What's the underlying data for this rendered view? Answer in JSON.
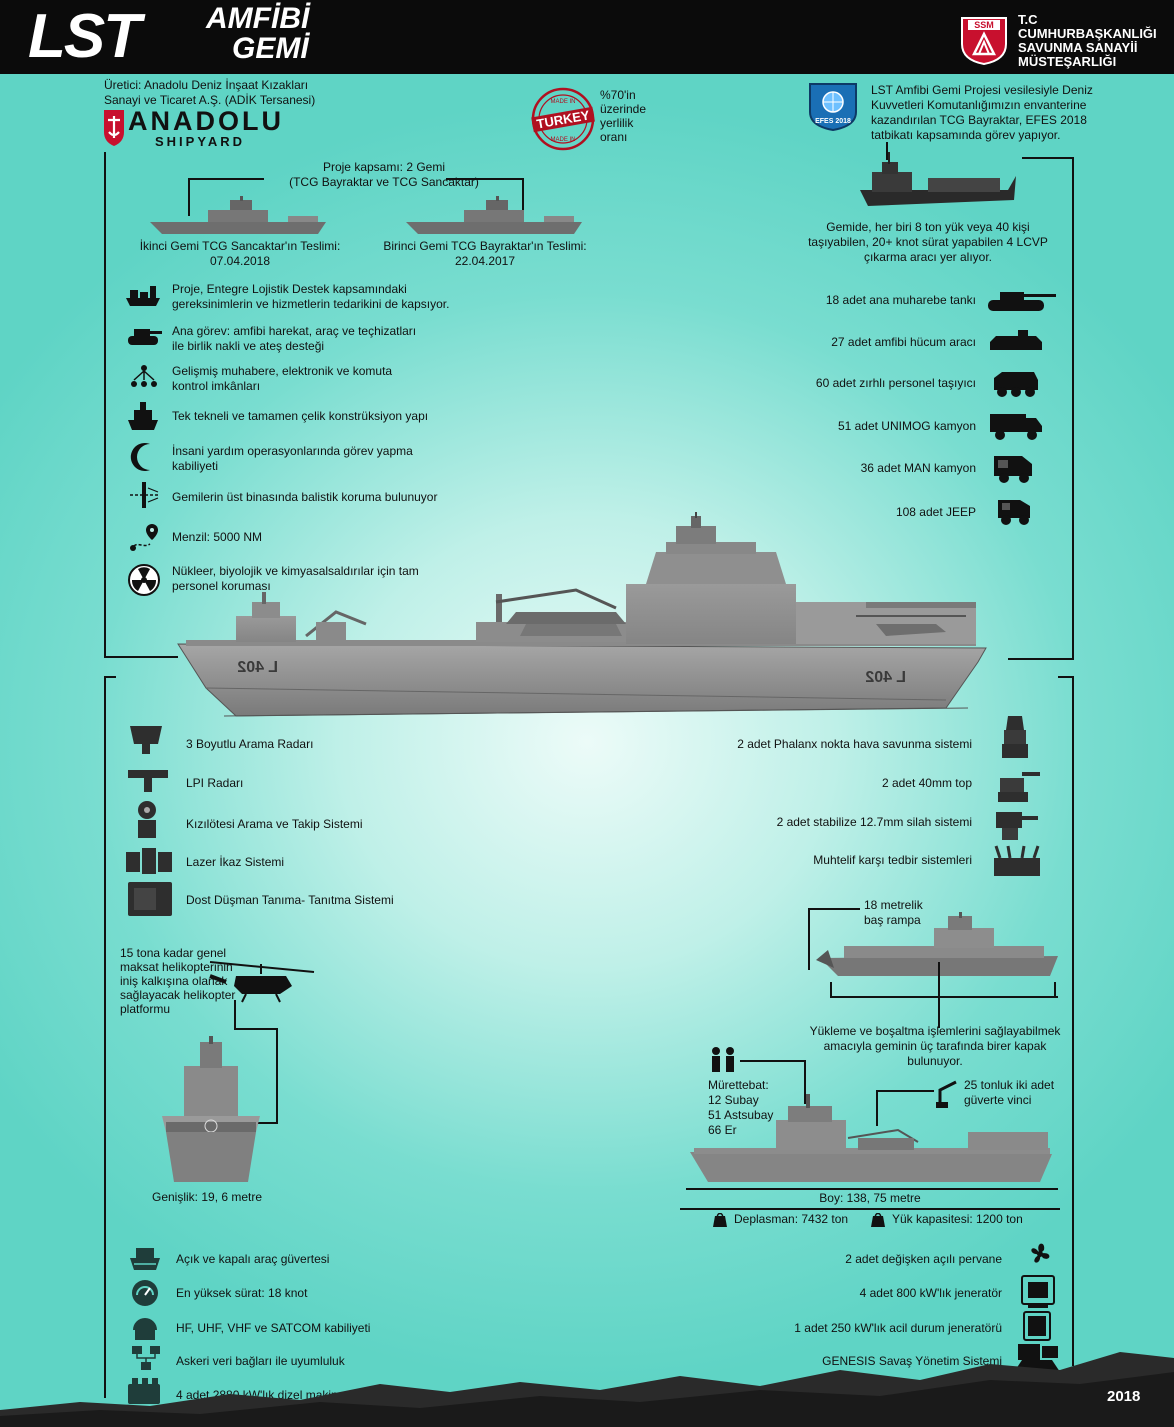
{
  "header": {
    "title_main": "LST",
    "title_line1": "AMFİBİ",
    "title_line2": "GEMİ",
    "ssm_line1": "T.C",
    "ssm_line2": "CUMHURBAŞKANLIĞI",
    "ssm_line3": "SAVUNMA SANAYİİ",
    "ssm_line4": "MÜSTEŞARLIĞI",
    "ssm_badge": "SSM"
  },
  "producer": {
    "line1": "Üretici: Anadolu Deniz İnşaat Kızakları",
    "line2": "Sanayi ve Ticaret A.Ş. (ADİK Tersanesi)",
    "logo_main": "ANADOLU",
    "logo_sub": "SHIPYARD"
  },
  "made_in": {
    "stamp_text": "TURKEY",
    "stamp_top": "MADE IN",
    "stamp_bottom": "MADE IN",
    "line1": "%70'in",
    "line2": "üzerinde",
    "line3": "yerlilik",
    "line4": "oranı"
  },
  "efes": {
    "badge": "EFES 2018",
    "line1": "LST Amfibi Gemi Projesi vesilesiyle Deniz",
    "line2": "Kuvvetleri Komutanlığımızın envanterine",
    "line3": "kazandırılan TCG Bayraktar, EFES 2018",
    "line4": "tatbikatı kapsamında görev yapıyor."
  },
  "project": {
    "line1": "Proje kapsamı: 2 Gemi",
    "line2": "(TCG Bayraktar ve TCG Sancaktar)",
    "second_title": "İkinci Gemi TCG Sancaktar'ın Teslimi:",
    "second_date": "07.04.2018",
    "first_title": "Birinci Gemi TCG Bayraktar'ın Teslimi:",
    "first_date": "22.04.2017"
  },
  "lcvp": {
    "line1": "Gemide, her biri 8 ton yük veya 40 kişi",
    "line2": "taşıyabilen, 20+ knot sürat yapabilen 4 LCVP",
    "line3": "çıkarma aracı yer alıyor."
  },
  "features_left": [
    {
      "icon": "cargo-ship-icon",
      "l1": "Proje, Entegre Lojistik Destek kapsamındaki",
      "l2": "gereksinimlerin ve hizmetlerin tedarikini de kapsıyor."
    },
    {
      "icon": "tank-icon",
      "l1": "Ana görev: amfibi harekat, araç ve teçhizatları",
      "l2": "ile birlik nakli ve ateş desteği"
    },
    {
      "icon": "network-icon",
      "l1": "Gelişmiş muhabere, elektronik ve komuta",
      "l2": "kontrol imkânları"
    },
    {
      "icon": "steel-ship-icon",
      "l1": "Tek tekneli ve tamamen çelik konstrüksiyon yapı",
      "l2": ""
    },
    {
      "icon": "crescent-icon",
      "l1": "İnsani yardım operasyonlarında görev yapma",
      "l2": "kabiliyeti"
    },
    {
      "icon": "shield-beam-icon",
      "l1": "Gemilerin üst binasında balistik koruma bulunuyor",
      "l2": ""
    },
    {
      "icon": "route-icon",
      "l1": "Menzil: 5000 NM",
      "l2": ""
    },
    {
      "icon": "radiation-icon",
      "l1": "Nükleer, biyolojik ve kimyasalsaldırılar için tam",
      "l2": "personel koruması"
    }
  ],
  "vehicles_right": [
    {
      "icon": "battle-tank-icon",
      "text": "18 adet ana muharebe tankı"
    },
    {
      "icon": "amphibious-vehicle-icon",
      "text": "27 adet amfibi hücum aracı"
    },
    {
      "icon": "apc-icon",
      "text": "60 adet zırhlı personel taşıyıcı"
    },
    {
      "icon": "unimog-truck-icon",
      "text": "51 adet UNIMOG kamyon"
    },
    {
      "icon": "man-truck-icon",
      "text": "36 adet MAN kamyon"
    },
    {
      "icon": "jeep-icon",
      "text": "108 adet JEEP"
    }
  ],
  "hull_number": "L 402",
  "sensors_left": [
    {
      "icon": "radar-3d-icon",
      "text": "3 Boyutlu Arama Radarı"
    },
    {
      "icon": "lpi-radar-icon",
      "text": "LPI Radarı"
    },
    {
      "icon": "infrared-icon",
      "text": "Kızılötesi Arama ve Takip Sistemi"
    },
    {
      "icon": "laser-warning-icon",
      "text": "Lazer İkaz Sistemi"
    },
    {
      "icon": "iff-icon",
      "text": "Dost Düşman Tanıma- Tanıtma Sistemi"
    }
  ],
  "weapons_right": [
    {
      "icon": "phalanx-icon",
      "text": "2 adet Phalanx nokta hava savunma sistemi"
    },
    {
      "icon": "gun-40mm-icon",
      "text": "2 adet 40mm top"
    },
    {
      "icon": "machine-gun-icon",
      "text": "2 adet stabilize 12.7mm silah sistemi"
    },
    {
      "icon": "countermeasure-icon",
      "text": "Muhtelif karşı tedbir sistemleri"
    }
  ],
  "helicopter": {
    "line1": "15 tona kadar genel",
    "line2": "maksat helikopterinin",
    "line3": "iniş kalkışına olanak",
    "line4": "sağlayacak helikopter",
    "line5": "platformu",
    "width": "Genişlik: 19, 6 metre"
  },
  "ramp": {
    "line1": "18 metrelik",
    "line2": "baş rampa",
    "doors1": "Yükleme ve boşaltma işlemlerini sağlayabilmek",
    "doors2": "amacıyla geminin üç tarafında birer kapak",
    "doors3": "bulunuyor."
  },
  "crew": {
    "title": "Mürettebat:",
    "l1": "12 Subay",
    "l2": "51 Astsubay",
    "l3": "66 Er"
  },
  "crane": {
    "line1": "25 tonluk iki adet",
    "line2": "güverte vinci"
  },
  "dims": {
    "length": "Boy: 138, 75 metre",
    "displacement": "Deplasman: 7432 ton",
    "capacity": "Yük kapasitesi: 1200 ton"
  },
  "bottom_left": [
    {
      "icon": "vehicle-deck-icon",
      "text": "Açık ve kapalı araç güvertesi"
    },
    {
      "icon": "speedometer-icon",
      "text": "En yüksek sürat: 18 knot"
    },
    {
      "icon": "satcom-dome-icon",
      "text": "HF, UHF, VHF ve SATCOM kabiliyeti"
    },
    {
      "icon": "data-link-icon",
      "text": "Askeri veri bağları ile uyumluluk"
    },
    {
      "icon": "diesel-engine-icon",
      "text": "4 adet 2880 kW'lık dizel makine"
    }
  ],
  "bottom_right": [
    {
      "icon": "propeller-icon",
      "text": "2 adet değişken açılı pervane"
    },
    {
      "icon": "generator-icon",
      "text": "4 adet 800 kW'lık jeneratör"
    },
    {
      "icon": "emergency-generator-icon",
      "text": "1 adet 250 kW'lık acil durum jeneratörü"
    },
    {
      "icon": "genesis-console-icon",
      "text": "GENESIS Savaş Yönetim Sistemi"
    }
  ],
  "year": "2018",
  "colors": {
    "background": "#5fd4c5",
    "dark": "#111111",
    "ship_gray": "#8a8a8a",
    "accent_red": "#c8102e"
  }
}
